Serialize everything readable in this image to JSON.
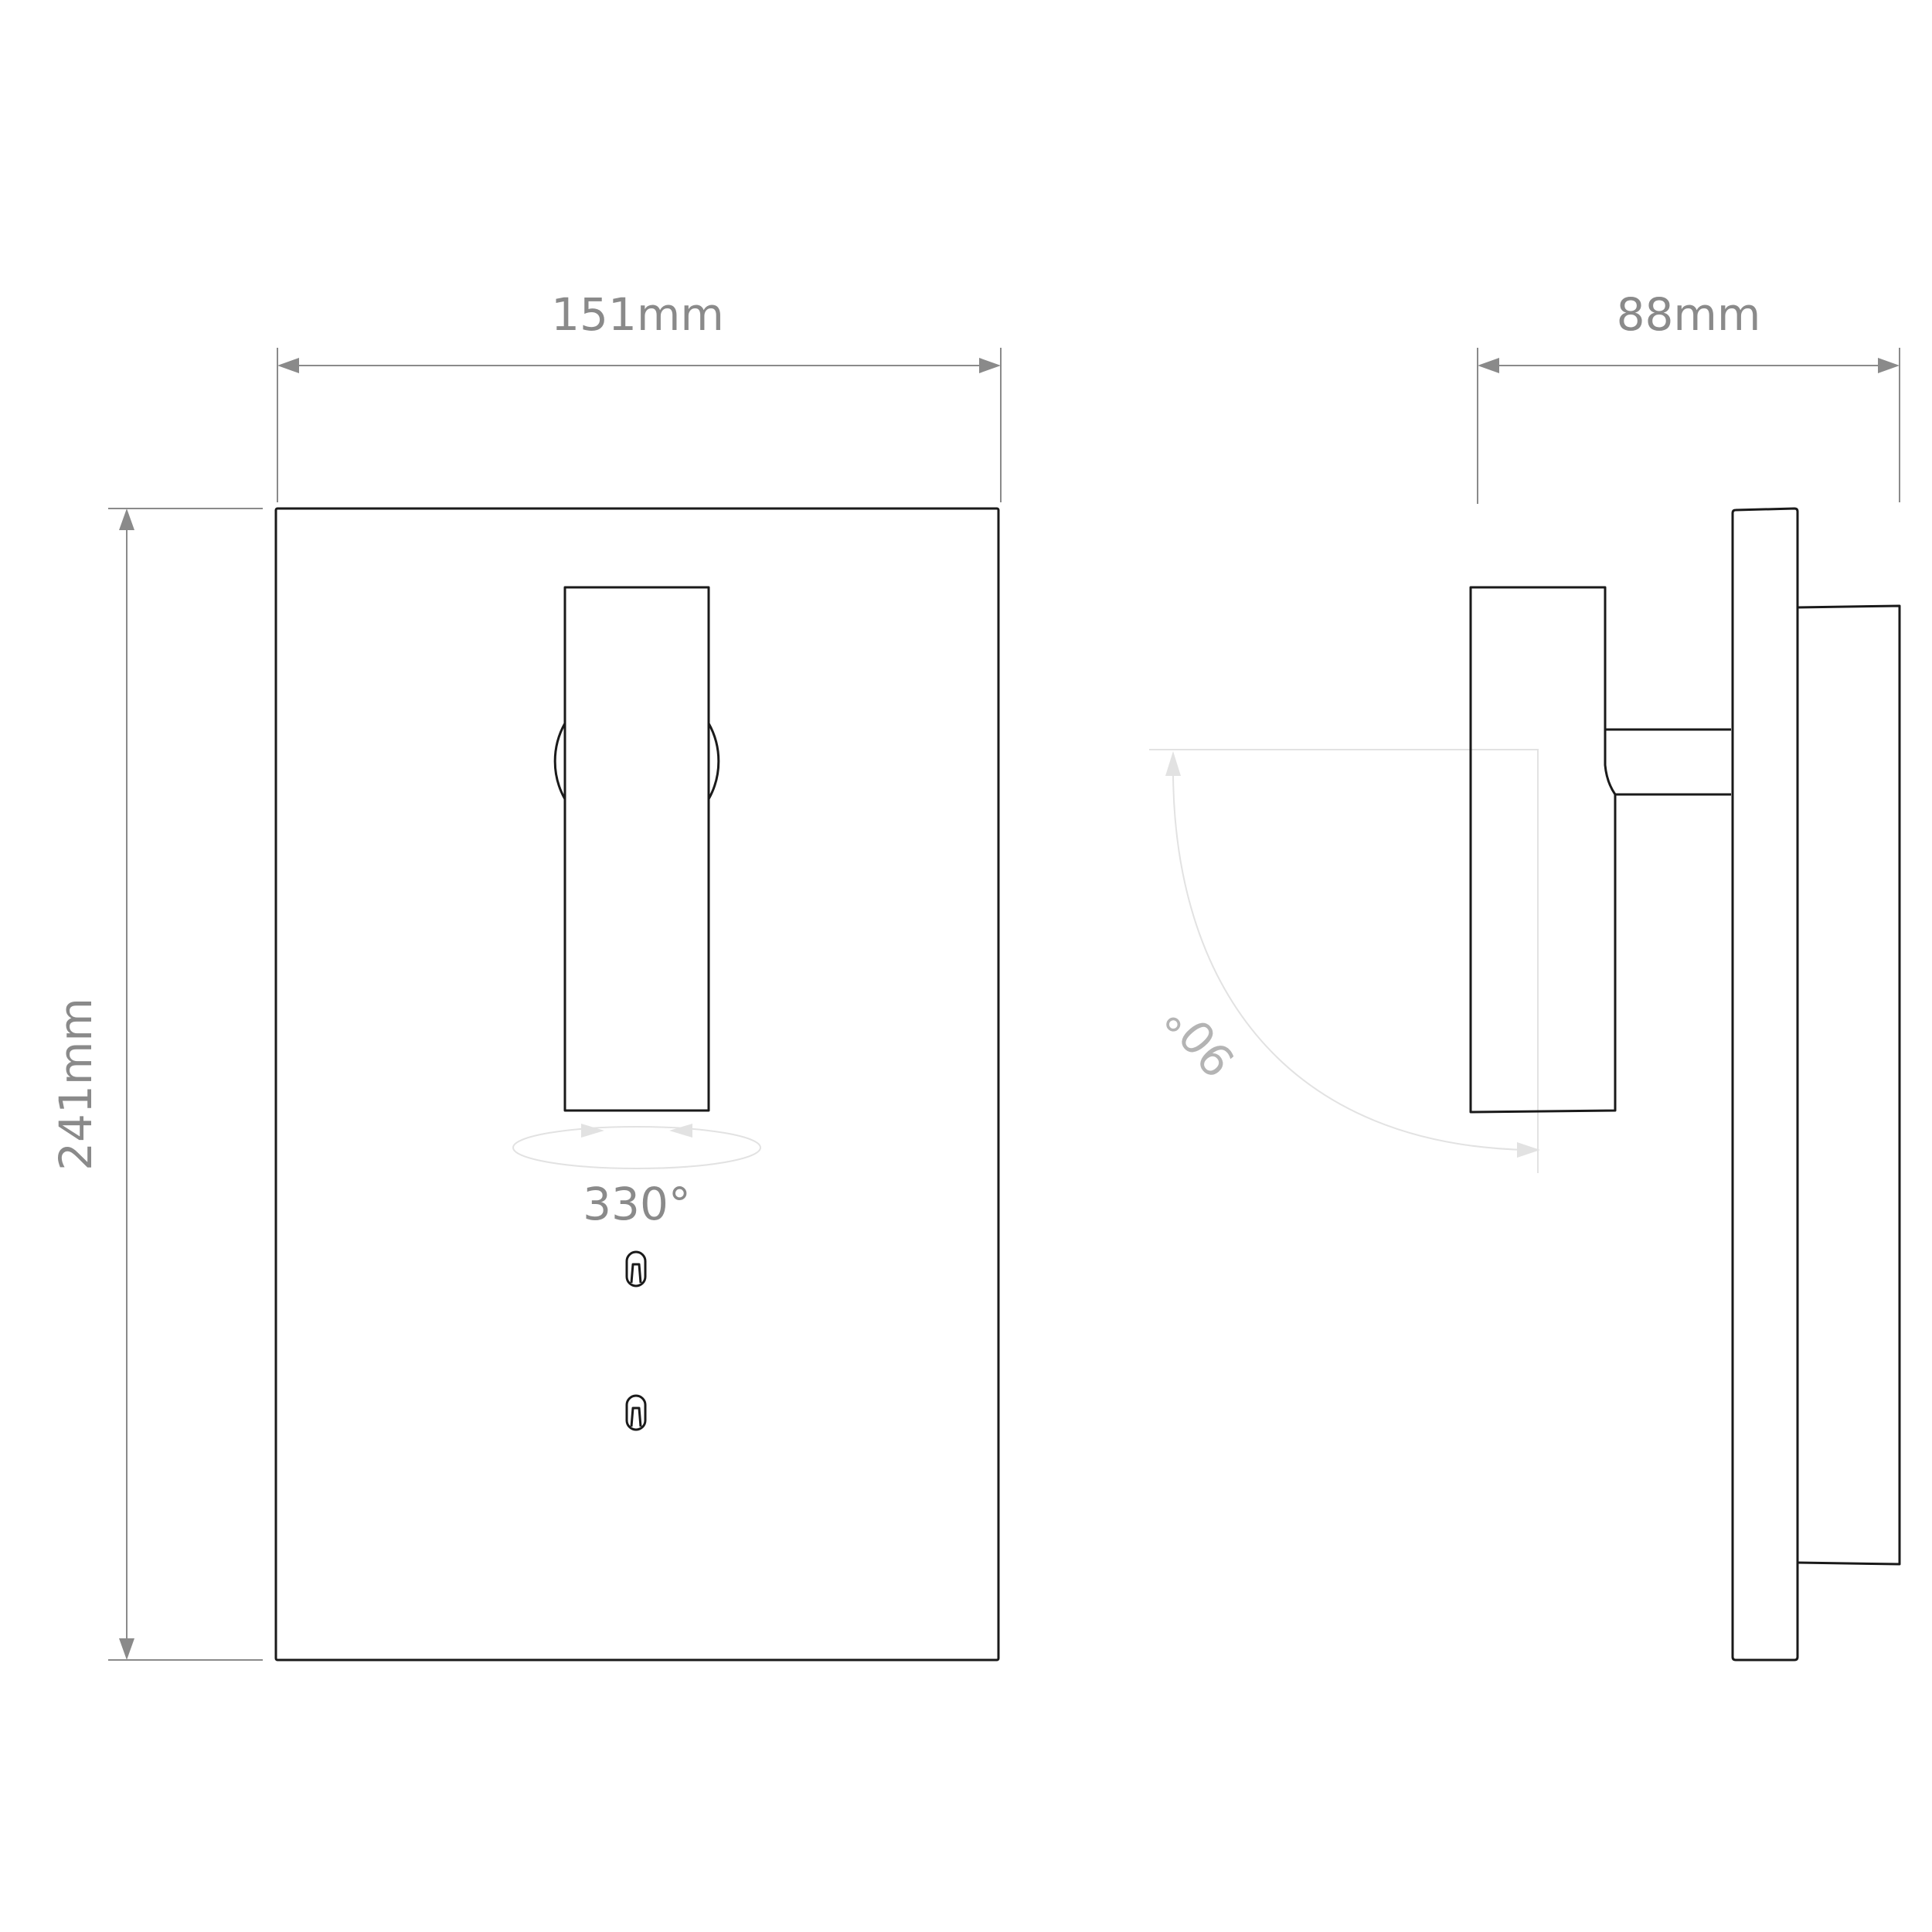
{
  "dimensions": {
    "width": "151mm",
    "height": "241mm",
    "depth": "88mm"
  },
  "rotations": {
    "swivel": "330°",
    "tilt": "90°"
  },
  "colors": {
    "outline": "#1a1a1a",
    "dimension": "#8a8a8a",
    "rotation_guide": "#e2e2e2"
  }
}
